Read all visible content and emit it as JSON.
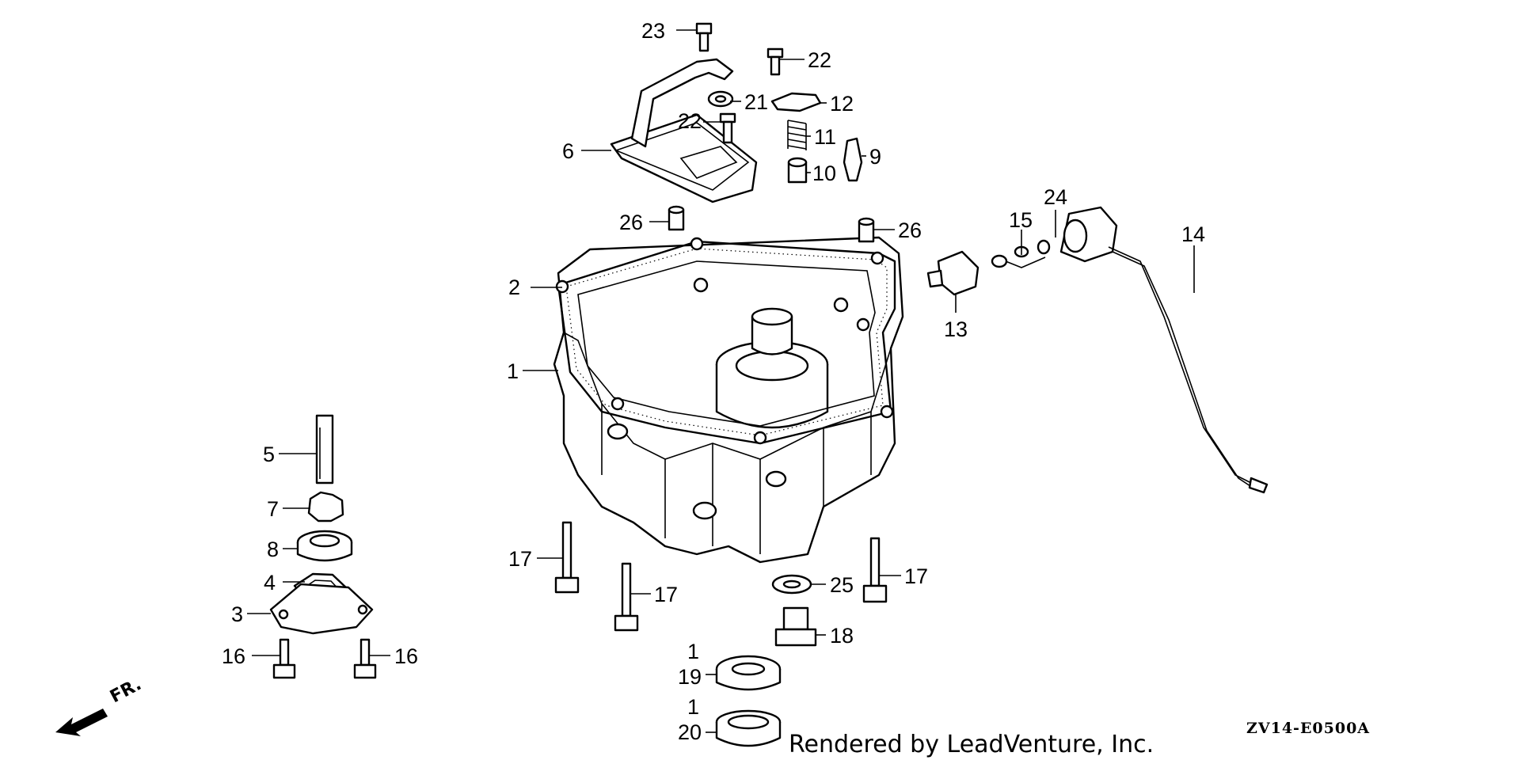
{
  "diagram": {
    "drawing_code": "ZV14-E0500A",
    "credit": "Rendered by LeadVenture, Inc.",
    "direction_label": "FR.",
    "callouts": {
      "c1a": "1",
      "c1b": "1",
      "c1c": "1",
      "c2": "2",
      "c3": "3",
      "c4": "4",
      "c5": "5",
      "c6": "6",
      "c7": "7",
      "c8": "8",
      "c9": "9",
      "c10": "10",
      "c11": "11",
      "c12": "12",
      "c13": "13",
      "c14": "14",
      "c15": "15",
      "c16a": "16",
      "c16b": "16",
      "c17a": "17",
      "c17b": "17",
      "c17c": "17",
      "c18": "18",
      "c19": "19",
      "c20": "20",
      "c21": "21",
      "c22a": "22",
      "c22b": "22",
      "c23": "23",
      "c24": "24",
      "c25": "25",
      "c26a": "26",
      "c26b": "26"
    }
  }
}
